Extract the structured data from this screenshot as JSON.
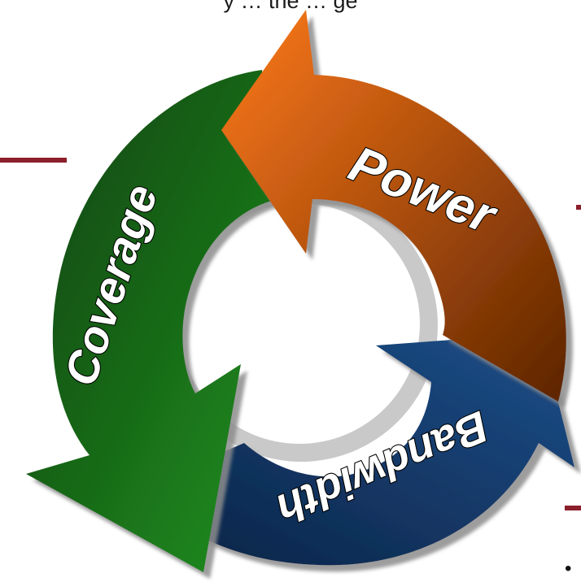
{
  "header_text": "y … the … ge",
  "cycle": {
    "segments": [
      {
        "label": "Power",
        "color_light": "#ff7a1a",
        "color_dark": "#5c2400"
      },
      {
        "label": "Bandwidth",
        "color_light": "#1d4f8a",
        "color_dark": "#0b2244"
      },
      {
        "label": "Coverage",
        "color_light": "#22901f",
        "color_dark": "#0c4010"
      }
    ]
  },
  "accent_rule_color": "#8b1f2b",
  "bullet": "•"
}
